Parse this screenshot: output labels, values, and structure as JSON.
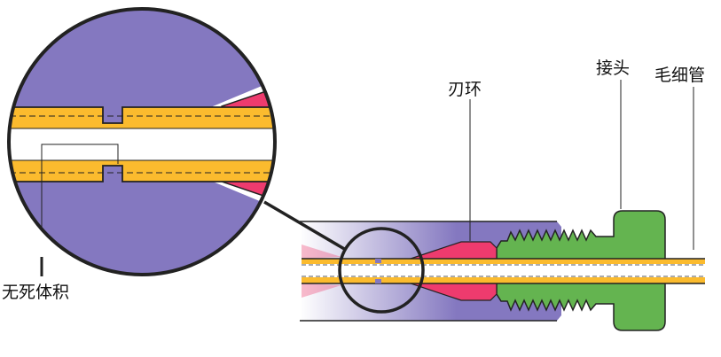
{
  "labels": {
    "dead_volume": "无死体积",
    "ferrule": "刃环",
    "fitting": "接头",
    "capillary": "毛细管"
  },
  "colors": {
    "body": "#8478c0",
    "tube": "#fbbb2e",
    "ferrule": "#ee3b6e",
    "fitting": "#64b450",
    "outline": "#222222"
  }
}
